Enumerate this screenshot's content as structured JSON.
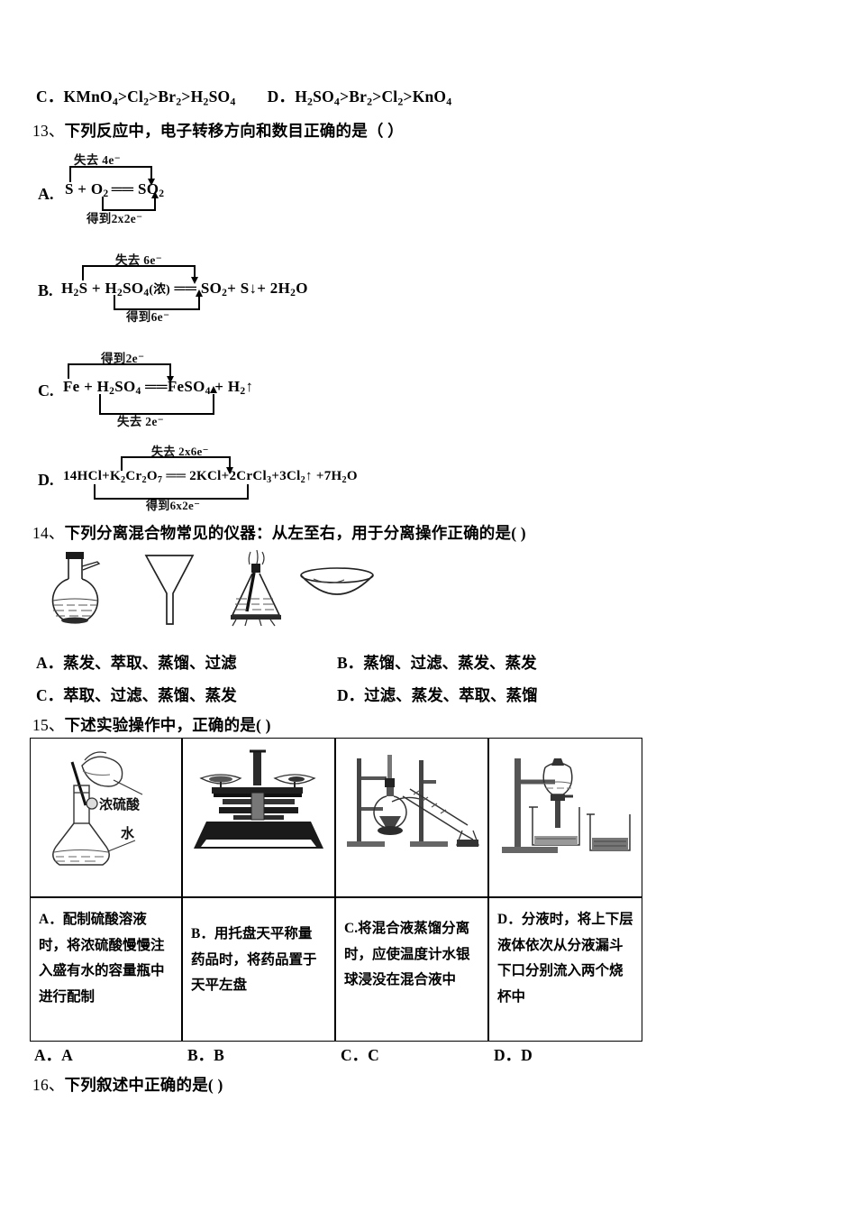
{
  "document": {
    "type": "chemistry-exam-paper",
    "background_color": "#ffffff",
    "text_color": "#000000"
  },
  "q12_tail": {
    "option_c": "C．KMnO4>Cl2>Br2>H2SO4",
    "option_d": "D．H2SO4>Br2>Cl2>KnO4",
    "option_c_parts": {
      "label": "C．",
      "f1": "KMnO",
      "s1": "4",
      "op1": ">",
      "f2": "Cl",
      "s2": "2",
      "op2": ">",
      "f3": "Br",
      "s3": "2",
      "op3": ">",
      "f4": "H",
      "s4": "2",
      "f5": "SO",
      "s5": "4"
    },
    "option_d_parts": {
      "label": "D．",
      "f1": "H",
      "s1": "2",
      "f2": "SO",
      "s2": "4",
      "op1": ">",
      "f3": "Br",
      "s3": "2",
      "op2": ">",
      "f4": "Cl",
      "s4": "2",
      "op3": ">",
      "f5": "KnO",
      "s5": "4"
    }
  },
  "q13": {
    "number": "13、",
    "stem": "下列反应中，电子转移方向和数目正确的是（   ）",
    "options": [
      {
        "label": "A.",
        "equation_plain": "S + O2 == SO2",
        "eq_parts": {
          "a": "S + O",
          "a_sub": "2",
          "eq": "══",
          "b": "SO",
          "b_sub": "2"
        },
        "top_label": "失去 4e⁻",
        "bottom_label": "得到2x2e⁻"
      },
      {
        "label": "B.",
        "equation_plain": "H2S + H2SO4(浓) == SO2 + S↓ + 2H2O",
        "eq_parts": {
          "a": "H",
          "a_sub": "2",
          "b": "S + H",
          "b_sub": "2",
          "c": "SO",
          "c_sub": "4",
          "d": "(浓)",
          "eq": "══",
          "e": "SO",
          "e_sub": "2",
          "f": "+ S↓+ 2H",
          "f_sub": "2",
          "g": "O"
        },
        "top_label": "失去 6e⁻",
        "bottom_label": "得到6e⁻"
      },
      {
        "label": "C.",
        "equation_plain": "Fe + H2SO4 == FeSO4 + H2↑",
        "eq_parts": {
          "a": "Fe + H",
          "a_sub": "2",
          "b": "SO",
          "b_sub": "4",
          "eq": "══",
          "c": "FeSO",
          "c_sub": "4",
          "d": " + H",
          "d_sub": "2",
          "e": "↑"
        },
        "top_label": "得到2e⁻",
        "bottom_label": "失去 2e⁻"
      },
      {
        "label": "D.",
        "equation_plain": "14HCl+K2Cr2O7 == 2KCl+2CrCl3+3Cl2↑ +7H2O",
        "eq_parts": {
          "a": "14HCl+K",
          "a_sub": "2",
          "b": "Cr",
          "b_sub": "2",
          "c": "O",
          "c_sub": "7",
          "eq": "══",
          "d": "2KCl+2CrCl",
          "d_sub": "3",
          "e": "+3Cl",
          "e_sub": "2",
          "f": "↑ +7H",
          "f_sub": "2",
          "g": "O"
        },
        "top_label": "失去 2x6e⁻",
        "bottom_label": "得到6x2e⁻"
      }
    ]
  },
  "q14": {
    "number": "14、",
    "stem": "下列分离混合物常见的仪器：从左至右，用于分离操作正确的是(      )",
    "apparatus": [
      {
        "name": "distillation-flask",
        "caption": ""
      },
      {
        "name": "funnel",
        "caption": ""
      },
      {
        "name": "extraction-flask",
        "caption": ""
      },
      {
        "name": "evaporating-dish",
        "caption": ""
      }
    ],
    "options": [
      {
        "label": "A．",
        "text": "蒸发、萃取、蒸馏、过滤"
      },
      {
        "label": "B．",
        "text": "蒸馏、过滤、蒸发、蒸发"
      },
      {
        "label": "C．",
        "text": "萃取、过滤、蒸馏、蒸发"
      },
      {
        "label": "D．",
        "text": "过滤、蒸发、萃取、蒸馏"
      }
    ]
  },
  "q15": {
    "number": "15、",
    "stem": "下述实验操作中，正确的是(    )",
    "table": {
      "images": [
        {
          "name": "volumetric-flask-acid-water",
          "labels": [
            "浓硫酸",
            "水"
          ]
        },
        {
          "name": "tray-balance",
          "labels": []
        },
        {
          "name": "distillation-apparatus",
          "labels": []
        },
        {
          "name": "separatory-funnel-beakers",
          "labels": []
        }
      ],
      "descriptions": [
        "A．配制硫酸溶液时，将浓硫酸慢慢注入盛有水的容量瓶中进行配制",
        "B．用托盘天平称量药品时，将药品置于天平左盘",
        "C.将混合液蒸馏分离时，应使温度计水银球浸没在混合液中",
        "D．分液时，将上下层液体依次从分液漏斗下口分别流入两个烧杯中"
      ]
    },
    "answers": [
      {
        "label": "A．A"
      },
      {
        "label": "B．B"
      },
      {
        "label": "C．C"
      },
      {
        "label": "D．D"
      }
    ]
  },
  "q16": {
    "number": "16、",
    "stem": "下列叙述中正确的是(  )"
  }
}
